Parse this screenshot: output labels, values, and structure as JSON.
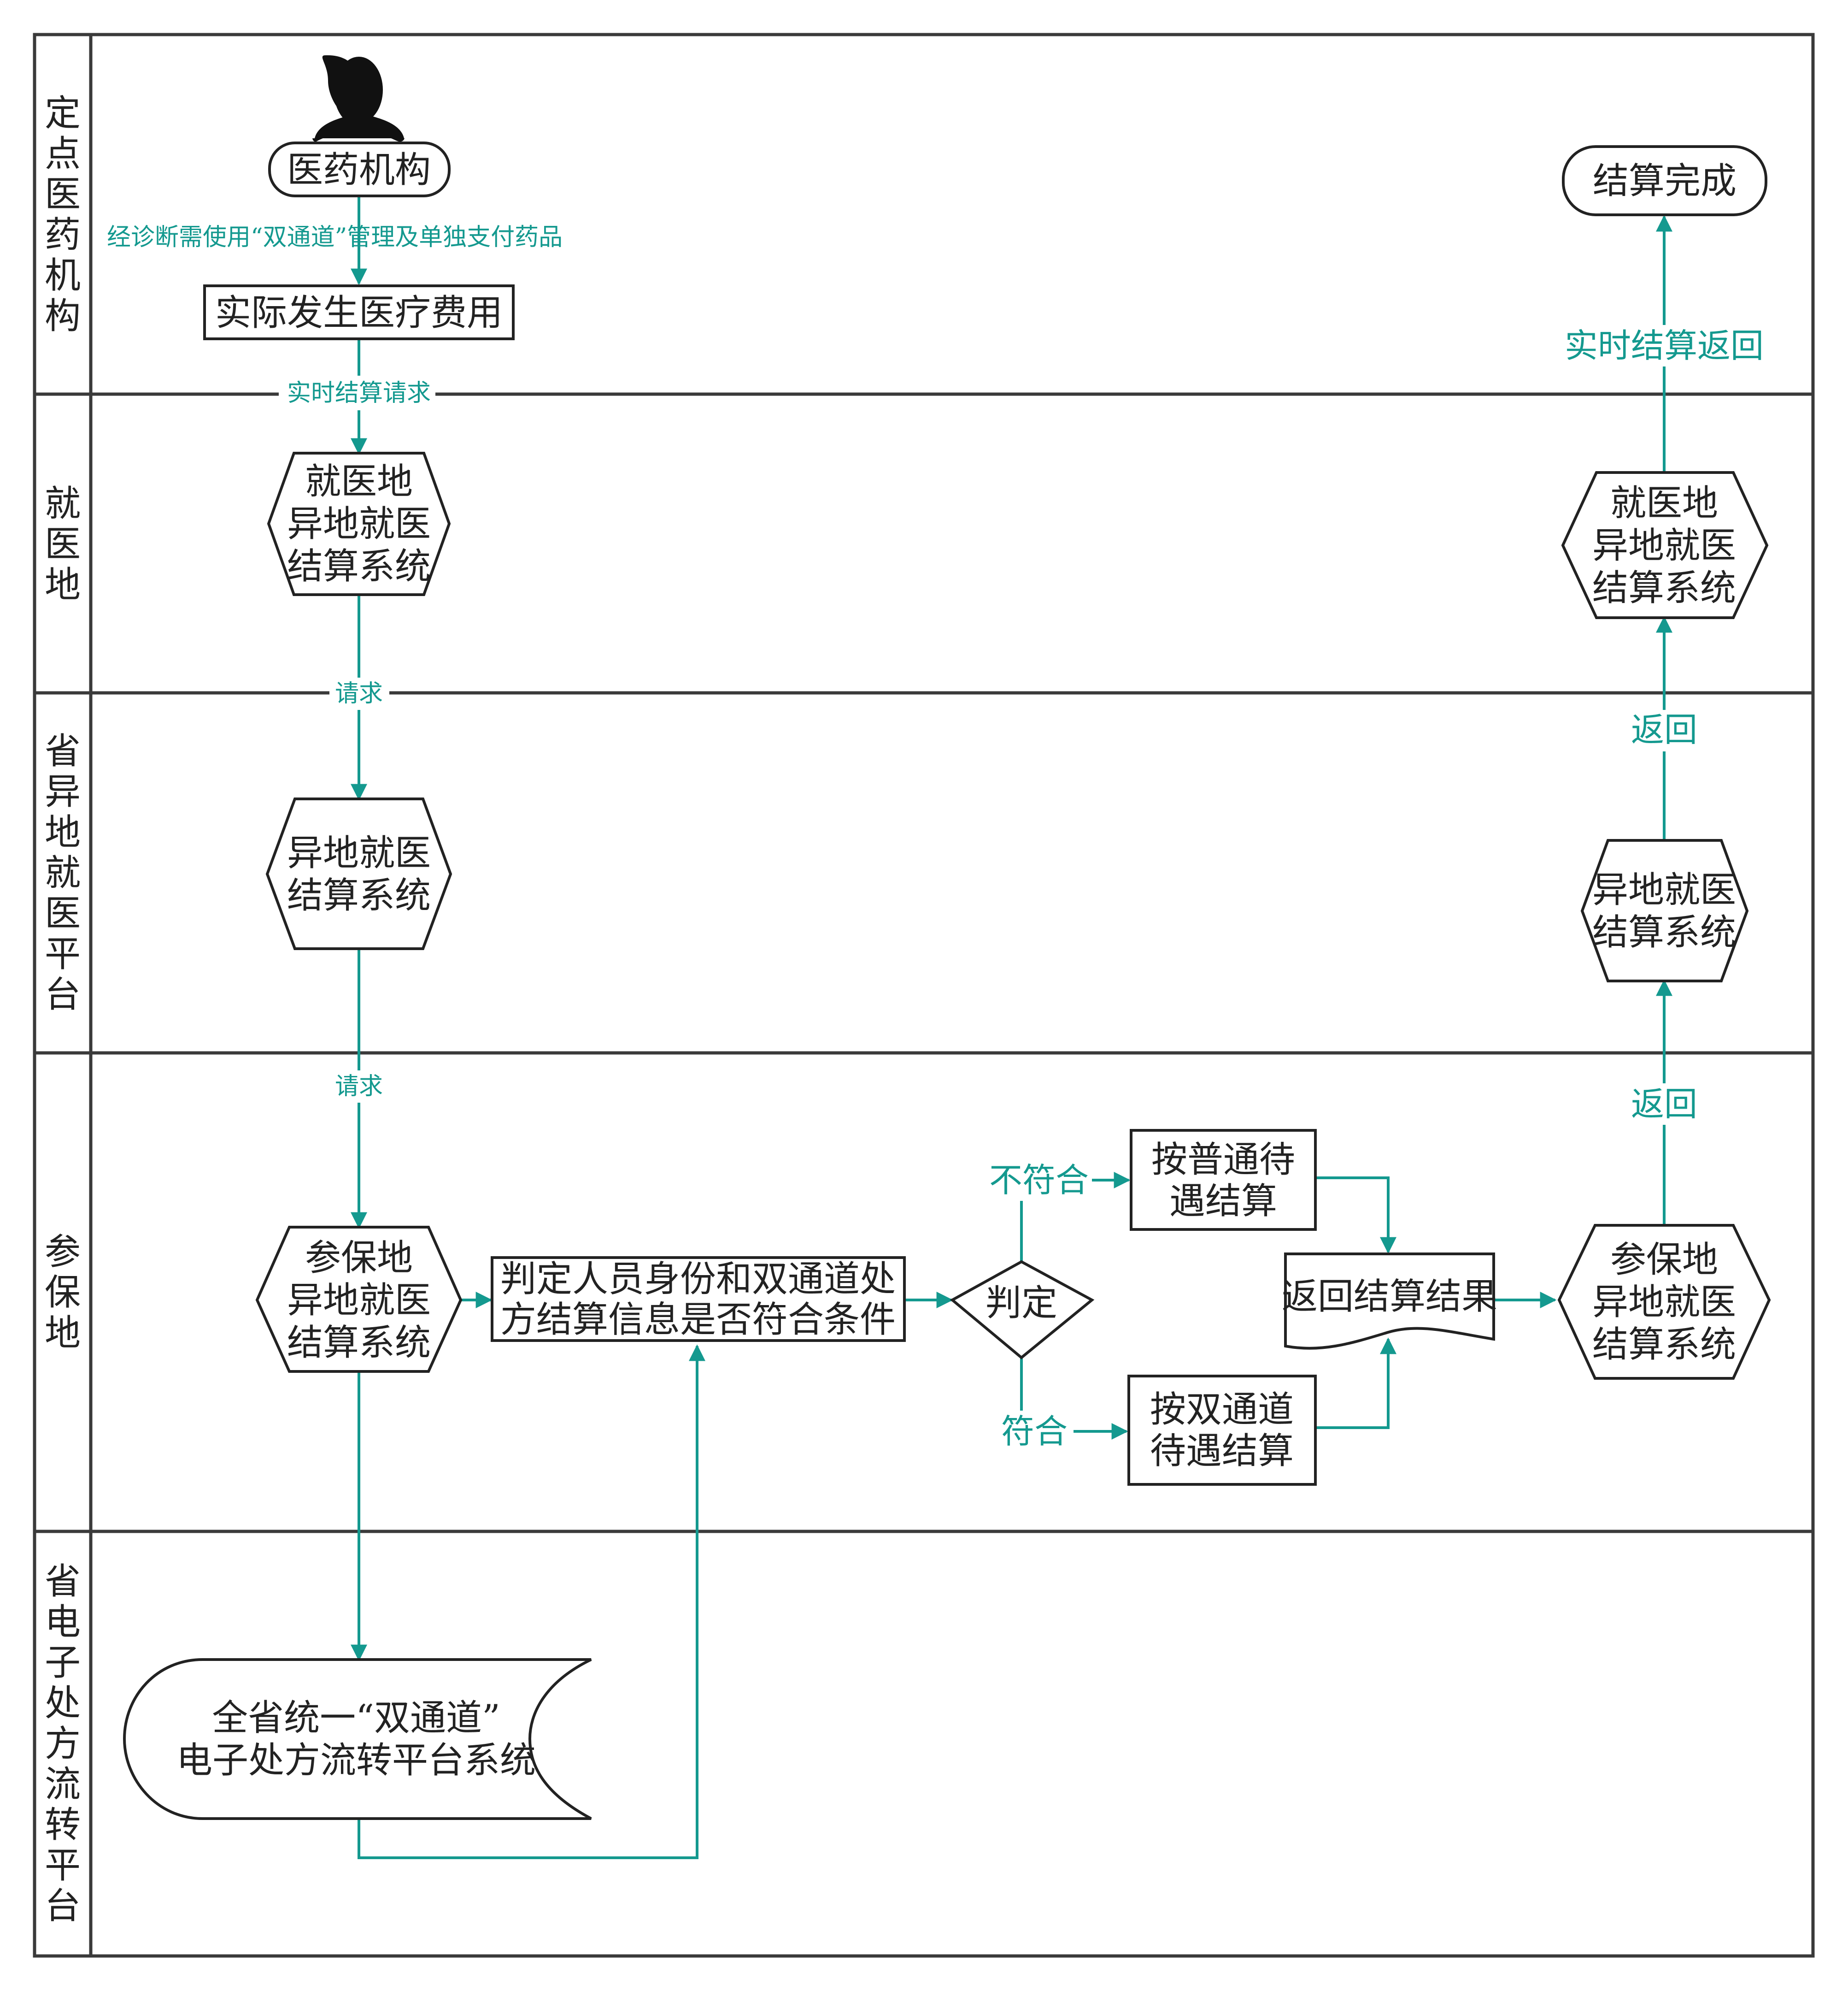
{
  "lanes": [
    {
      "label": "定点医药机构"
    },
    {
      "label": "就医地"
    },
    {
      "label": "省异地就医平台"
    },
    {
      "label": "参保地"
    },
    {
      "label": "省电子处方流转平台"
    }
  ],
  "nodes": {
    "user_icon": {
      "icon": "person-silhouette-icon"
    },
    "medical_institution": {
      "lines": [
        "医药机构"
      ]
    },
    "actual_cost": {
      "lines": [
        "实际发生医疗费用"
      ]
    },
    "local_system_top": {
      "lines": [
        "就医地",
        "异地就医",
        "结算系统"
      ]
    },
    "province_system_left": {
      "lines": [
        "异地就医",
        "结算系统"
      ]
    },
    "insured_system_left": {
      "lines": [
        "参保地",
        "异地就医",
        "结算系统"
      ]
    },
    "judge_box": {
      "lines": [
        "判定人员身份和双通道处",
        "方结算信息是否符合条件"
      ]
    },
    "decision": {
      "lines": [
        "判定"
      ]
    },
    "normal_settle": {
      "lines": [
        "按普通待",
        "遇结算"
      ]
    },
    "dual_settle": {
      "lines": [
        "按双通道",
        "待遇结算"
      ]
    },
    "result_doc": {
      "lines": [
        "返回结算结果"
      ]
    },
    "insured_system_right": {
      "lines": [
        "参保地",
        "异地就医",
        "结算系统"
      ]
    },
    "province_system_right": {
      "lines": [
        "异地就医",
        "结算系统"
      ]
    },
    "local_system_right": {
      "lines": [
        "就医地",
        "异地就医",
        "结算系统"
      ]
    },
    "settle_done": {
      "lines": [
        "结算完成"
      ]
    },
    "e_prescription": {
      "lines": [
        "全省统一“双通道”",
        "电子处方流转平台系统"
      ]
    }
  },
  "edges": {
    "diagnosis": "经诊断需使用“双通道”管理及单独支付药品",
    "realtime_request": "实时结算请求",
    "request_1": "请求",
    "request_2": "请求",
    "not_match": "不符合",
    "match": "符合",
    "return_1": "返回",
    "return_2": "返回",
    "realtime_return": "实时结算返回"
  },
  "colors": {
    "flow": "#14998f",
    "outline": "#222222",
    "lane_line": "#3a3a3a"
  }
}
